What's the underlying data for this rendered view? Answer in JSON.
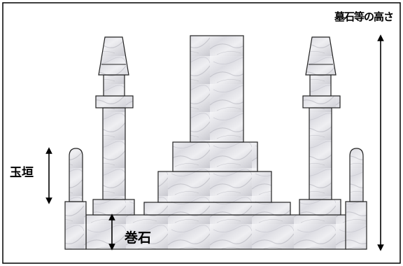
{
  "labels": {
    "total_height": "墓石等の高さ",
    "tamagaki": "玉垣",
    "makiishi": "巻石"
  },
  "colors": {
    "stone_light": "#f4f4f6",
    "stone_mid": "#d6d6dc",
    "stone_dark": "#9a9aa2",
    "outline": "#222222",
    "frame": "#000000"
  },
  "icons": [
    "double-arrow-vertical-icon"
  ]
}
